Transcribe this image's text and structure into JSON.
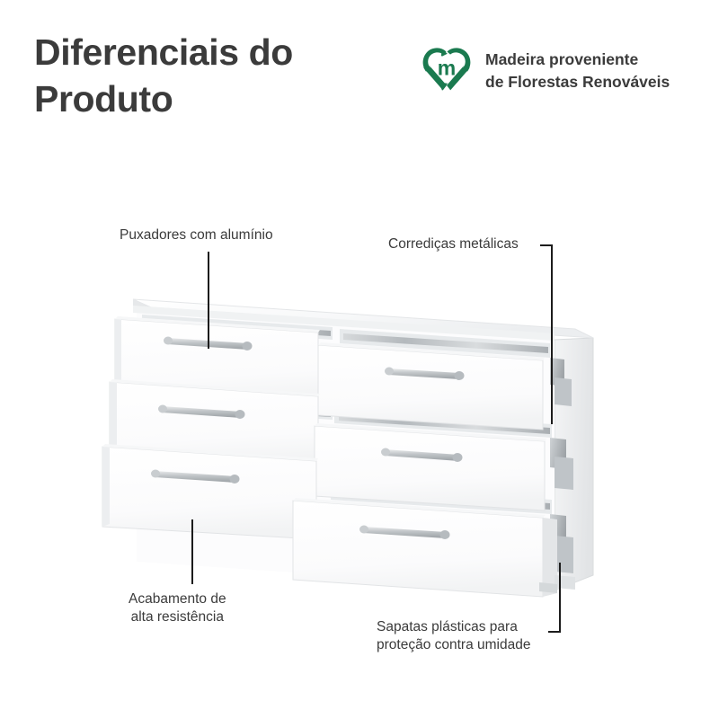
{
  "header": {
    "title": "Diferenciais do Produto",
    "title_line_1": "Diferenciais do",
    "title_line_2": "Produto",
    "badge": {
      "icon": "recycling-heart-logo",
      "monogram": "m",
      "text_line_1": "Madeira proveniente",
      "text_line_2": "de Florestas Renováveis",
      "text": "Madeira proveniente de Florestas Renováveis",
      "color": "#1a7a4f"
    }
  },
  "callouts": [
    {
      "id": "handles",
      "text": "Puxadores com alumínio",
      "leader": "vertical-down"
    },
    {
      "id": "slides",
      "text": "Corrediças metálicas",
      "leader": "right-then-down"
    },
    {
      "id": "finish",
      "text": "Acabamento de alta resistência",
      "line_1": "Acabamento de",
      "line_2": "alta resistência",
      "leader": "vertical-up"
    },
    {
      "id": "feet",
      "text": "Sapatas plásticas para proteção contra umidade",
      "line_1": "Sapatas plásticas para",
      "line_2": "proteção contra umidade",
      "leader": "right-then-up"
    }
  ],
  "product": {
    "name": "white-6-drawer-dresser",
    "drawer_count": 6,
    "columns": 2,
    "rows": 3,
    "finish_color": "#ffffff",
    "handle_color": "#b9bdc0"
  },
  "theme": {
    "background": "#ffffff",
    "text": "#3b3b3b",
    "leader_line": "#1c1c1c",
    "brand_green": "#1a7a4f"
  }
}
